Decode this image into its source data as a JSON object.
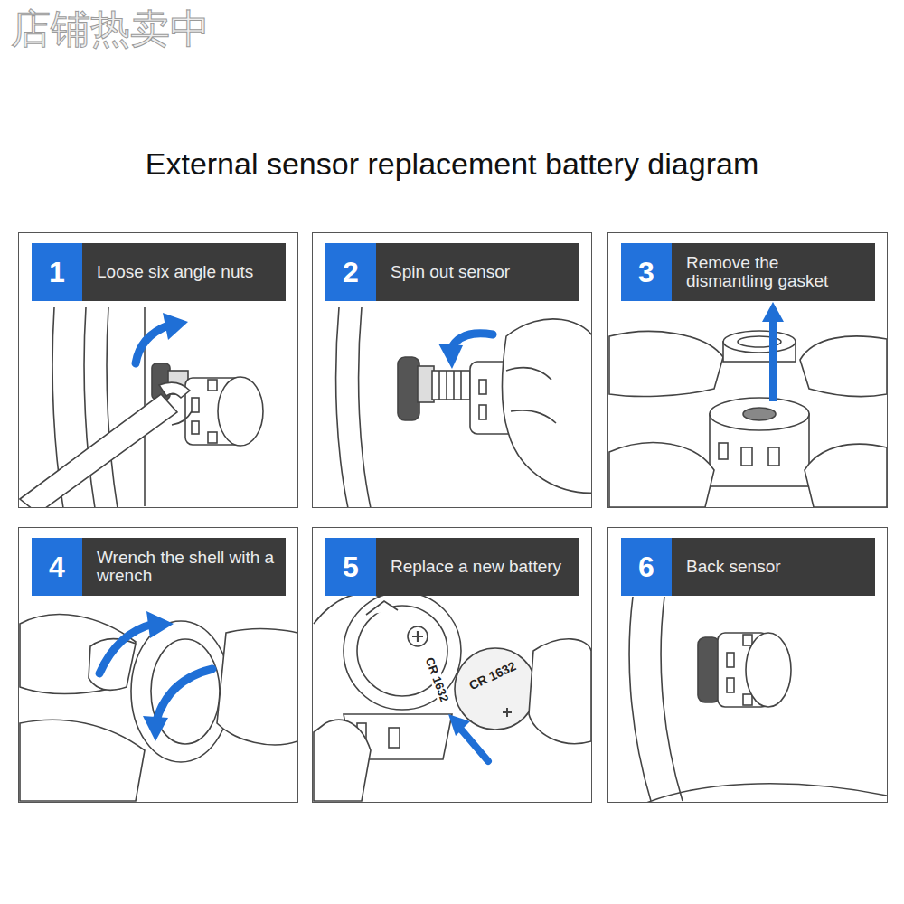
{
  "diagram": {
    "title": "External sensor replacement battery diagram",
    "nodes": [
      {
        "text": [
          "Loose six angle nuts"
        ]
      },
      {
        "text": [
          "1"
        ],
        "in": 0
      },
      {
        "text": [
          "Spin out sensor"
        ]
      },
      {
        "text": [
          "2"
        ],
        "in": 2
      },
      {
        "text": [
          "Remove the dismantling gasket"
        ]
      },
      {
        "text": [
          "3"
        ],
        "in": 4
      },
      {
        "text": [
          "Wrench the shell with a wrench"
        ]
      },
      {
        "text": [
          "4"
        ],
        "in": 6
      },
      {
        "text": [
          "Replace a new battery"
        ]
      },
      {
        "text": [
          "5"
        ],
        "in": 8
      },
      {
        "text": [
          "Back sensor"
        ]
      },
      {
        "text": [
          "6"
        ],
        "in": 10
      }
    ],
    "labels": [
      "店铺热卖中",
      "CR 1632",
      "CR 1632"
    ]
  }
}
